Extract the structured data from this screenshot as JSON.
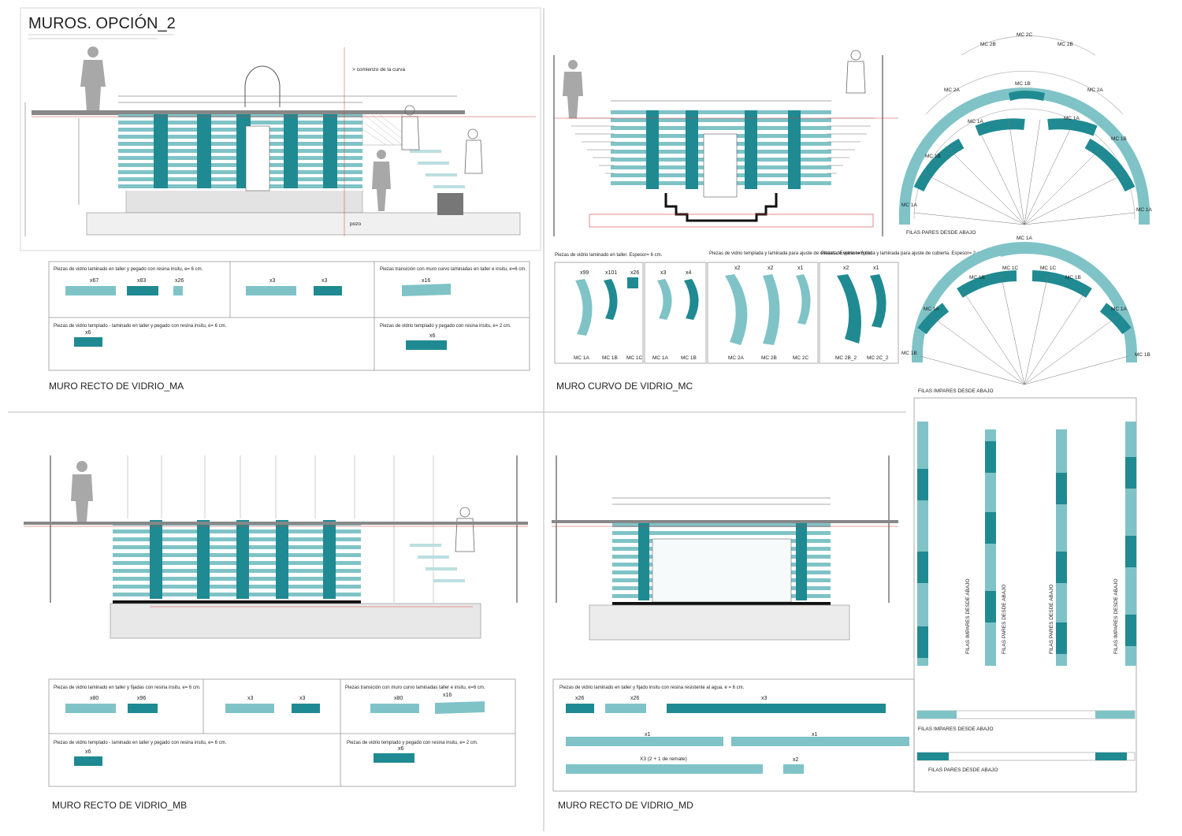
{
  "sheet": {
    "title": "MUROS. OPCIÓN_2",
    "colors": {
      "glass_light": "#7fc3c7",
      "glass_dark": "#1f8a92",
      "glass_mid": "#4fa8ae",
      "line": "#444444",
      "red": "#d04040",
      "gray": "#d9d9d9"
    }
  },
  "ma": {
    "title": "MURO RECTO DE VIDRIO_MA",
    "note_curve": "> comienzo de la curva",
    "note_pozo": "pozo",
    "box1_title": "Piezas de vidrio laminado en taller y pegado con resina insitu, e= 6 cm.",
    "box2_title": "Piezas transición con muro curvo laminadas en taller e insitu, e=6 cm.",
    "box3_title": "Piezas de vidrio templado - laminado en taller y pegado con resina insitu, e= 6 cm.",
    "box4_title": "Piezas de vidrio templado y pegado con resina insitu, e= 2 cm.",
    "counts": [
      "x67",
      "x83",
      "x26",
      "x3",
      "x3",
      "x16",
      "x6",
      "x6"
    ]
  },
  "mc": {
    "title": "MURO CURVO DE VIDRIO_MC",
    "box1_title": "Piezas de vidrio laminado en taller. Espesor= 6 cm.",
    "box2_title": "Piezas de vidrio templada y laminada para ajuste de cubierta. Espesor= 6 cm.",
    "box3_title": "Piezas de vidrio templada y laminada para ajuste de cubierta. Espesor= 2 cm.",
    "counts": [
      "x99",
      "x101",
      "x26",
      "x3",
      "x4",
      "x2",
      "x2",
      "x1",
      "x2",
      "x1"
    ],
    "labels": [
      "MC 1A",
      "MC 1B",
      "MC 1C",
      "MC 1A",
      "MC 1B",
      "MC 2A",
      "MC 2B",
      "MC 2C",
      "MC 2B_2",
      "MC 2C_2"
    ]
  },
  "arches": {
    "top_labels": [
      "MC 2C",
      "MC 2B",
      "MC 2B",
      "MC 2A",
      "MC 2A",
      "MC 1B",
      "MC 1A",
      "MC 1A",
      "MC 1B",
      "MC 1B",
      "MC 1A",
      "MC 1A"
    ],
    "pares": "FILAS PARES DESDE ABAJO",
    "bottom_labels": [
      "MC 1A",
      "MC 1C",
      "MC 1C",
      "MC 1B",
      "MC 1B",
      "MC 1A",
      "MC 1A",
      "MC 1B",
      "MC 1B"
    ],
    "impares": "FILAS IMPARES DESDE ABAJO",
    "plan_labels": [
      "FILAS IMPARES DESDE ABAJO",
      "FILAS PARES DESDE ABAJO",
      "FILAS PARES DESDE ABAJO",
      "FILAS IMPARES DESDE ABAJO"
    ],
    "bottom_strip1": "FILAS IMPARES DESDE ABAJO",
    "bottom_strip2": "FILAS PARES DESDE ABAJO"
  },
  "mb": {
    "title": "MURO RECTO DE VIDRIO_MB",
    "box1_title": "Piezas de vidrio laminado en taller y fijadas con resina insitu, e= 6 cm.",
    "box2_title": "Piezas transición con muro curvo laminadas taller e insitu, e=6 cm.",
    "box3_title": "Piezas de vidrio templado - laminado en taller y pegado con resina insitu, e= 6 cm.",
    "box4_title": "Piezas de vidrio templado  y pegado con resina insitu, e= 2 cm.",
    "counts": [
      "x80",
      "x96",
      "x3",
      "x3",
      "x80",
      "x16",
      "x6",
      "x6"
    ]
  },
  "md": {
    "title": "MURO RECTO DE VIDRIO_MD",
    "box_title": "Piezas de vidrio laminado en taller y fijado insitu con resina resistente al agua, e = 6 cm.",
    "counts": [
      "x26",
      "x26",
      "x3",
      "x1",
      "x1",
      "x2"
    ],
    "remate": "X3 (2 + 1 de remate)"
  }
}
